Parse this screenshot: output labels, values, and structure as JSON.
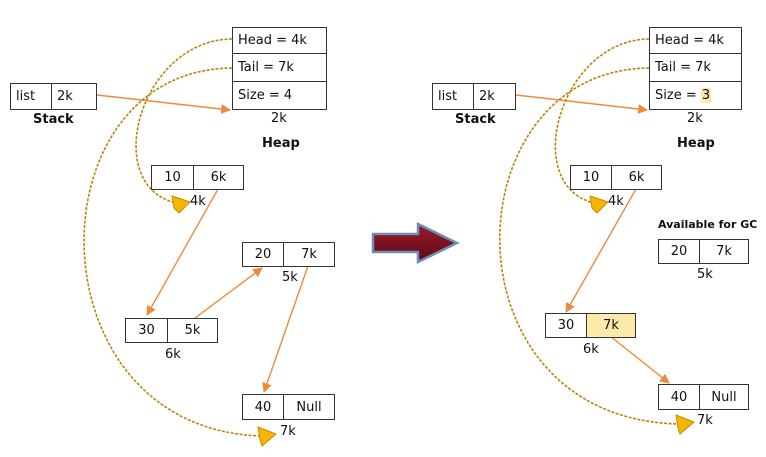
{
  "before": {
    "stack": {
      "name": "list",
      "value": "2k",
      "caption": "Stack"
    },
    "heap_header": {
      "head": "Head = 4k",
      "tail": "Tail = 7k",
      "size": "Size = 4",
      "address": "2k",
      "caption": "Heap"
    },
    "nodes": [
      {
        "value": "10",
        "next": "6k",
        "address": "4k"
      },
      {
        "value": "20",
        "next": "7k",
        "address": "5k"
      },
      {
        "value": "30",
        "next": "5k",
        "address": "6k"
      },
      {
        "value": "40",
        "next": "Null",
        "address": "7k"
      }
    ]
  },
  "after": {
    "stack": {
      "name": "list",
      "value": "2k",
      "caption": "Stack"
    },
    "heap_header": {
      "head": "Head = 4k",
      "tail": "Tail = 7k",
      "size_prefix": "Size = ",
      "size_value": "3",
      "address": "2k",
      "caption": "Heap"
    },
    "gc_label": "Available for GC",
    "nodes": [
      {
        "value": "10",
        "next": "6k",
        "address": "4k"
      },
      {
        "value": "20",
        "next": "7k",
        "address": "5k"
      },
      {
        "value": "30",
        "next": "7k",
        "address": "6k"
      },
      {
        "value": "40",
        "next": "Null",
        "address": "7k"
      }
    ]
  },
  "colors": {
    "pointer": "#ee8a3c",
    "dashed_arrow": "#b8860b",
    "arrowhead": "#f7b400",
    "transition_arrow": "#7b1020",
    "highlight": "#fde9a9"
  }
}
